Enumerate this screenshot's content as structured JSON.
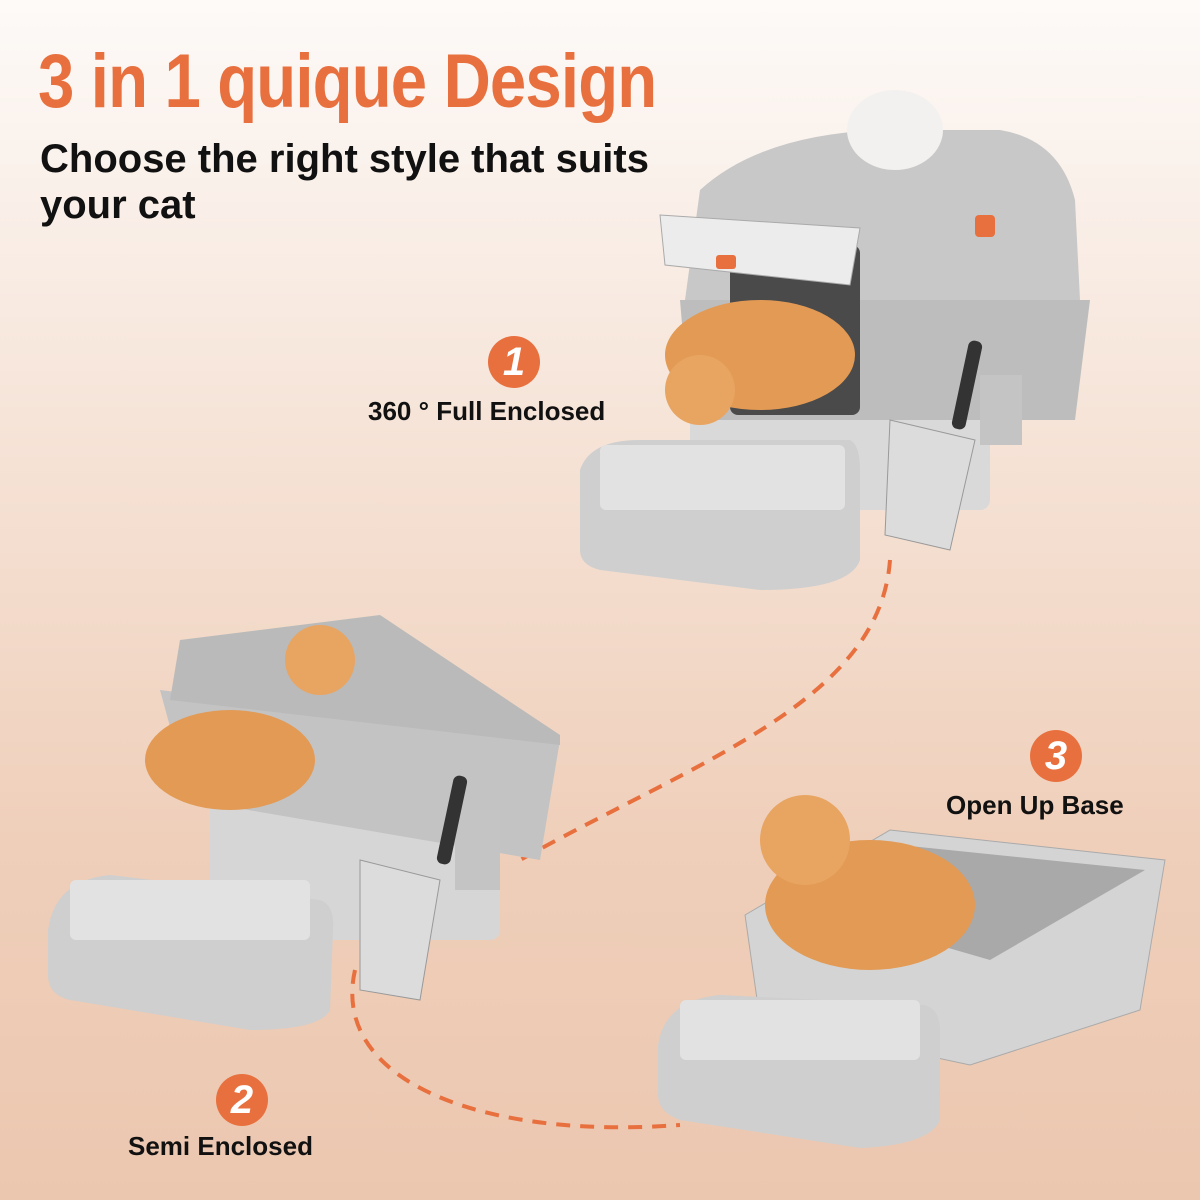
{
  "header": {
    "title": "3 in 1 quique Design",
    "subtitle": "Choose the right style that suits your cat"
  },
  "styles": [
    {
      "number": "1",
      "label": "360 ° Full Enclosed"
    },
    {
      "number": "2",
      "label": "Semi Enclosed"
    },
    {
      "number": "3",
      "label": "Open Up Base"
    }
  ],
  "colors": {
    "accent": "#e8703e",
    "box_gray": "#c9c9c9",
    "steel": "#d8d8d8"
  }
}
